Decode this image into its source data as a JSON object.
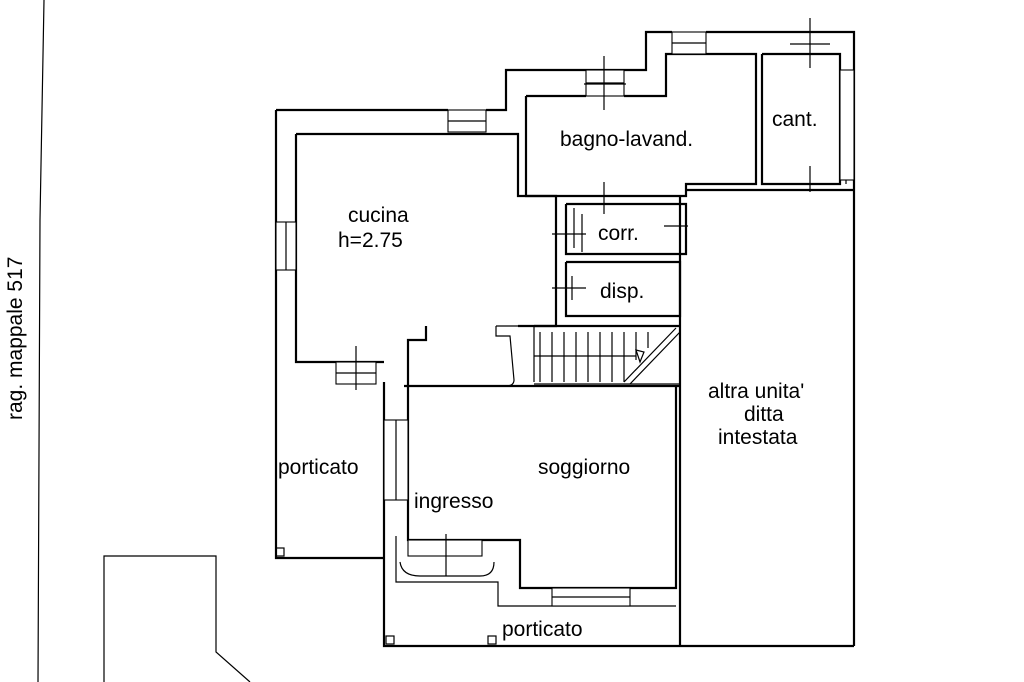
{
  "plan": {
    "rooms": {
      "bagno": "bagno-lavand.",
      "cantina": "cant.",
      "cucina": "cucina",
      "cucina_height": "h=2.75",
      "corridoio": "corr.",
      "dispensa": "disp.",
      "altra_unita_line1": "altra unita'",
      "altra_unita_line2": "ditta",
      "altra_unita_line3": "intestata",
      "soggiorno": "soggiorno",
      "ingresso": "ingresso",
      "porticato_left": "porticato",
      "porticato_bottom": "porticato"
    },
    "side_label": "rag. mappale 517"
  }
}
